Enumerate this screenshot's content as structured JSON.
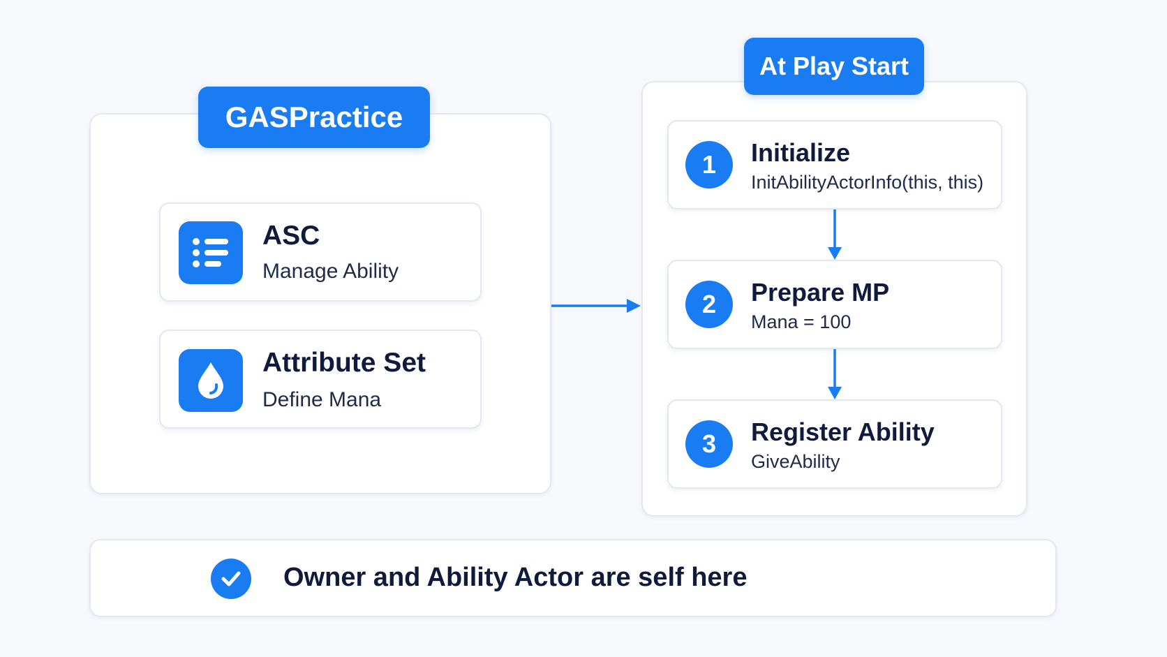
{
  "left_group": {
    "title": "GASPractice",
    "cards": [
      {
        "title": "ASC",
        "subtitle": "Manage Ability",
        "icon": "list-icon"
      },
      {
        "title": "Attribute Set",
        "subtitle": "Define Mana",
        "icon": "droplet-icon"
      }
    ]
  },
  "right_group": {
    "title": "At Play Start",
    "steps": [
      {
        "number": "1",
        "title": "Initialize",
        "subtitle": "InitAbilityActorInfo(this, this)"
      },
      {
        "number": "2",
        "title": "Prepare MP",
        "subtitle": "Mana = 100"
      },
      {
        "number": "3",
        "title": "Register Ability",
        "subtitle": "GiveAbility"
      }
    ]
  },
  "footer": {
    "text": "Owner and Ability Actor are self here",
    "icon": "check-circle-icon"
  },
  "colors": {
    "accent": "#1a7cf2",
    "text": "#0f1a3c",
    "background": "#f6f8fc"
  }
}
